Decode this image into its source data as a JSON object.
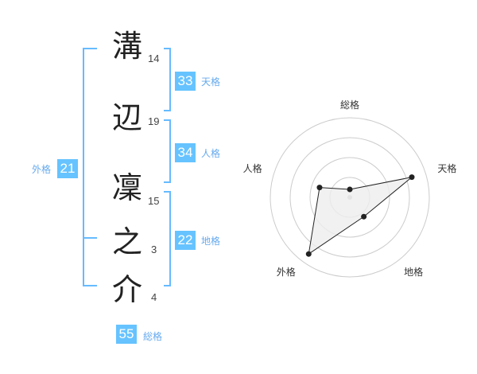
{
  "characters": [
    {
      "char": "溝",
      "strokes": "14"
    },
    {
      "char": "辺",
      "strokes": "19"
    },
    {
      "char": "凜",
      "strokes": "15"
    },
    {
      "char": "之",
      "strokes": "3"
    },
    {
      "char": "介",
      "strokes": "4"
    }
  ],
  "fortune": {
    "tenkaku": {
      "value": "33",
      "label": "天格"
    },
    "jinkaku": {
      "value": "34",
      "label": "人格"
    },
    "chikaku": {
      "value": "22",
      "label": "地格"
    },
    "gaikaku": {
      "value": "21",
      "label": "外格"
    },
    "soukaku": {
      "value": "55",
      "label": "総格"
    }
  },
  "chart_data": {
    "type": "radar",
    "axes": [
      "総格",
      "天格",
      "地格",
      "外格",
      "人格"
    ],
    "values": [
      0.1,
      0.82,
      0.3,
      0.88,
      0.4
    ],
    "rings": 4,
    "colors": {
      "fill": "#eeeeee",
      "line": "#222222",
      "grid": "#cccccc",
      "center": "#bbbbbb"
    }
  },
  "theme": {
    "accent": "#66c3ff",
    "bracket": "#66bbff"
  }
}
